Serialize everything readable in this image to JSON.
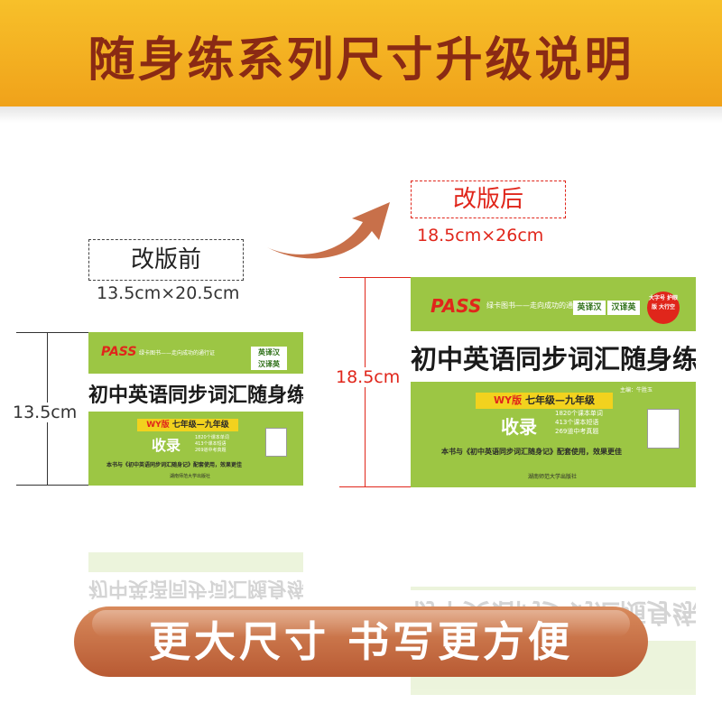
{
  "header": {
    "title": "随身练系列尺寸升级说明"
  },
  "before": {
    "label": "改版前",
    "dimensions": "13.5cm×20.5cm",
    "height_label": "13.5cm"
  },
  "after": {
    "label": "改版后",
    "dimensions": "18.5cm×26cm",
    "height_label": "18.5cm"
  },
  "book": {
    "brand": "PASS",
    "slogan": "绿卡图书——走向成功的通行证",
    "badge1": "英译汉",
    "badge2": "汉译英",
    "title": "初中英语同步词汇随身练",
    "edition": "WY版",
    "grades": "七年级—九年级",
    "editor": "主编：牛胜玉",
    "shoulu": "收录",
    "counts": [
      "1820个课本单词",
      "413个课本短语",
      "269道中考真题"
    ],
    "note": "本书与《初中英语同步词汇随身记》配套使用，效果更佳",
    "publisher": "湖南师范大学出版社",
    "seal": "大字号 护眼版 大行空",
    "corner": "WY版"
  },
  "footer": {
    "slogan": "更大尺寸 书写更方便"
  },
  "colors": {
    "header": "#f0a21a",
    "header_text": "#8a2a14",
    "accent_red": "#e0261b",
    "cover_green": "#9cc644",
    "pill": "#b85a33"
  }
}
